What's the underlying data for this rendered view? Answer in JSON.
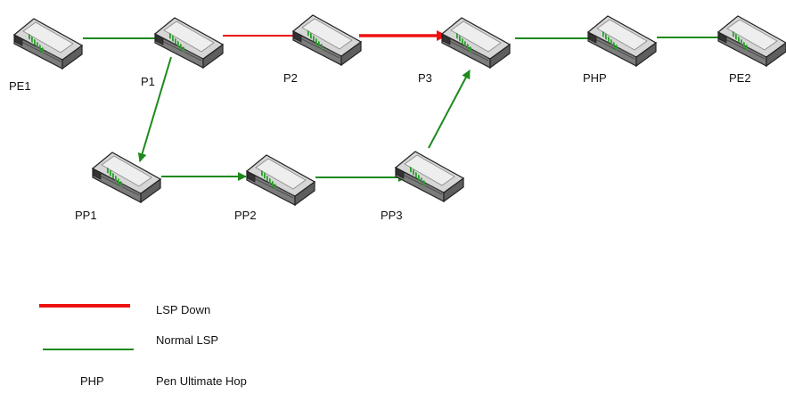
{
  "colors": {
    "down": "#ee1111",
    "normal": "#1e8a1e",
    "router_body": "#9a9a9a",
    "router_top": "#d6d6d6",
    "router_edge": "#222222",
    "router_led": "#2aa02a"
  },
  "routers": [
    {
      "id": "PE1",
      "label": "PE1"
    },
    {
      "id": "P1",
      "label": "P1"
    },
    {
      "id": "P2",
      "label": "P2"
    },
    {
      "id": "P3",
      "label": "P3"
    },
    {
      "id": "PHP",
      "label": "PHP"
    },
    {
      "id": "PE2",
      "label": "PE2"
    },
    {
      "id": "PP1",
      "label": "PP1"
    },
    {
      "id": "PP2",
      "label": "PP2"
    },
    {
      "id": "PP3",
      "label": "PP3"
    }
  ],
  "links": [
    {
      "from": "PE1",
      "to": "P1",
      "status": "normal"
    },
    {
      "from": "P1",
      "to": "P2",
      "status": "down"
    },
    {
      "from": "P2",
      "to": "P3",
      "status": "down"
    },
    {
      "from": "P3",
      "to": "PHP",
      "status": "normal"
    },
    {
      "from": "PHP",
      "to": "PE2",
      "status": "normal"
    },
    {
      "from": "P1",
      "to": "PP1",
      "status": "normal"
    },
    {
      "from": "PP1",
      "to": "PP2",
      "status": "normal"
    },
    {
      "from": "PP2",
      "to": "PP3",
      "status": "normal"
    },
    {
      "from": "PP3",
      "to": "P3",
      "status": "normal"
    }
  ],
  "legend": {
    "down_label": "LSP Down",
    "normal_label": "Normal LSP",
    "php_term": "PHP",
    "php_definition": "Pen Ultimate Hop"
  }
}
